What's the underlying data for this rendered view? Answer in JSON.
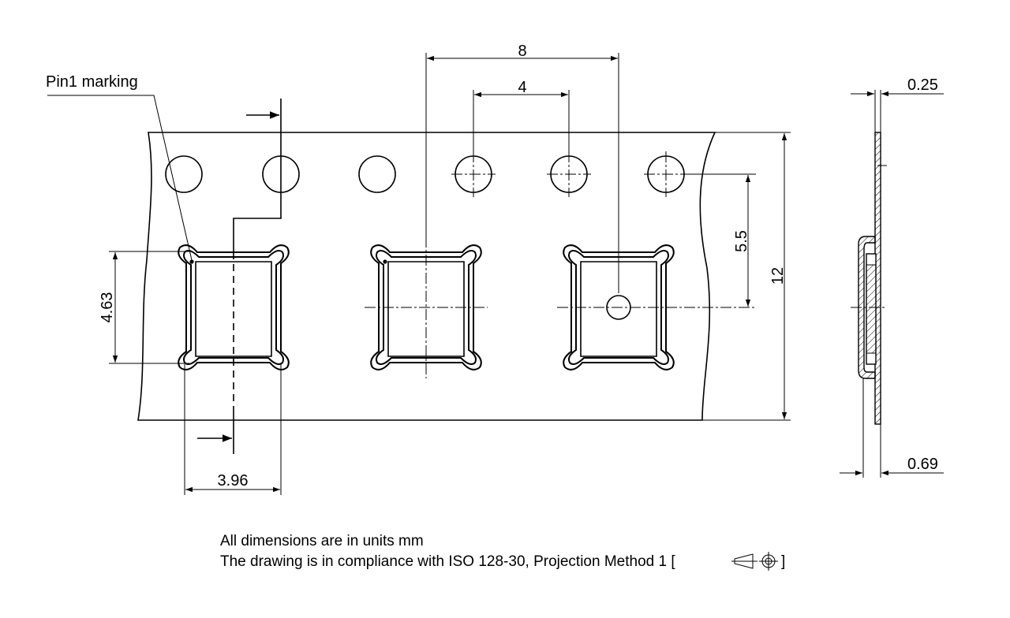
{
  "labels": {
    "pin1_marking": "Pin1 marking",
    "pitch": "8",
    "hole_pitch": "4",
    "hole_to_pocket": "5.5",
    "tape_width": "12",
    "pocket_length": "4.63",
    "pocket_width": "3.96",
    "tape_thickness": "0.25",
    "pocket_depth": "0.69"
  },
  "notes": {
    "line1": "All dimensions are in units mm",
    "line2_prefix": "The drawing is in compliance with ISO 128-30, Projection Method 1 [",
    "line2_suffix": "]"
  }
}
